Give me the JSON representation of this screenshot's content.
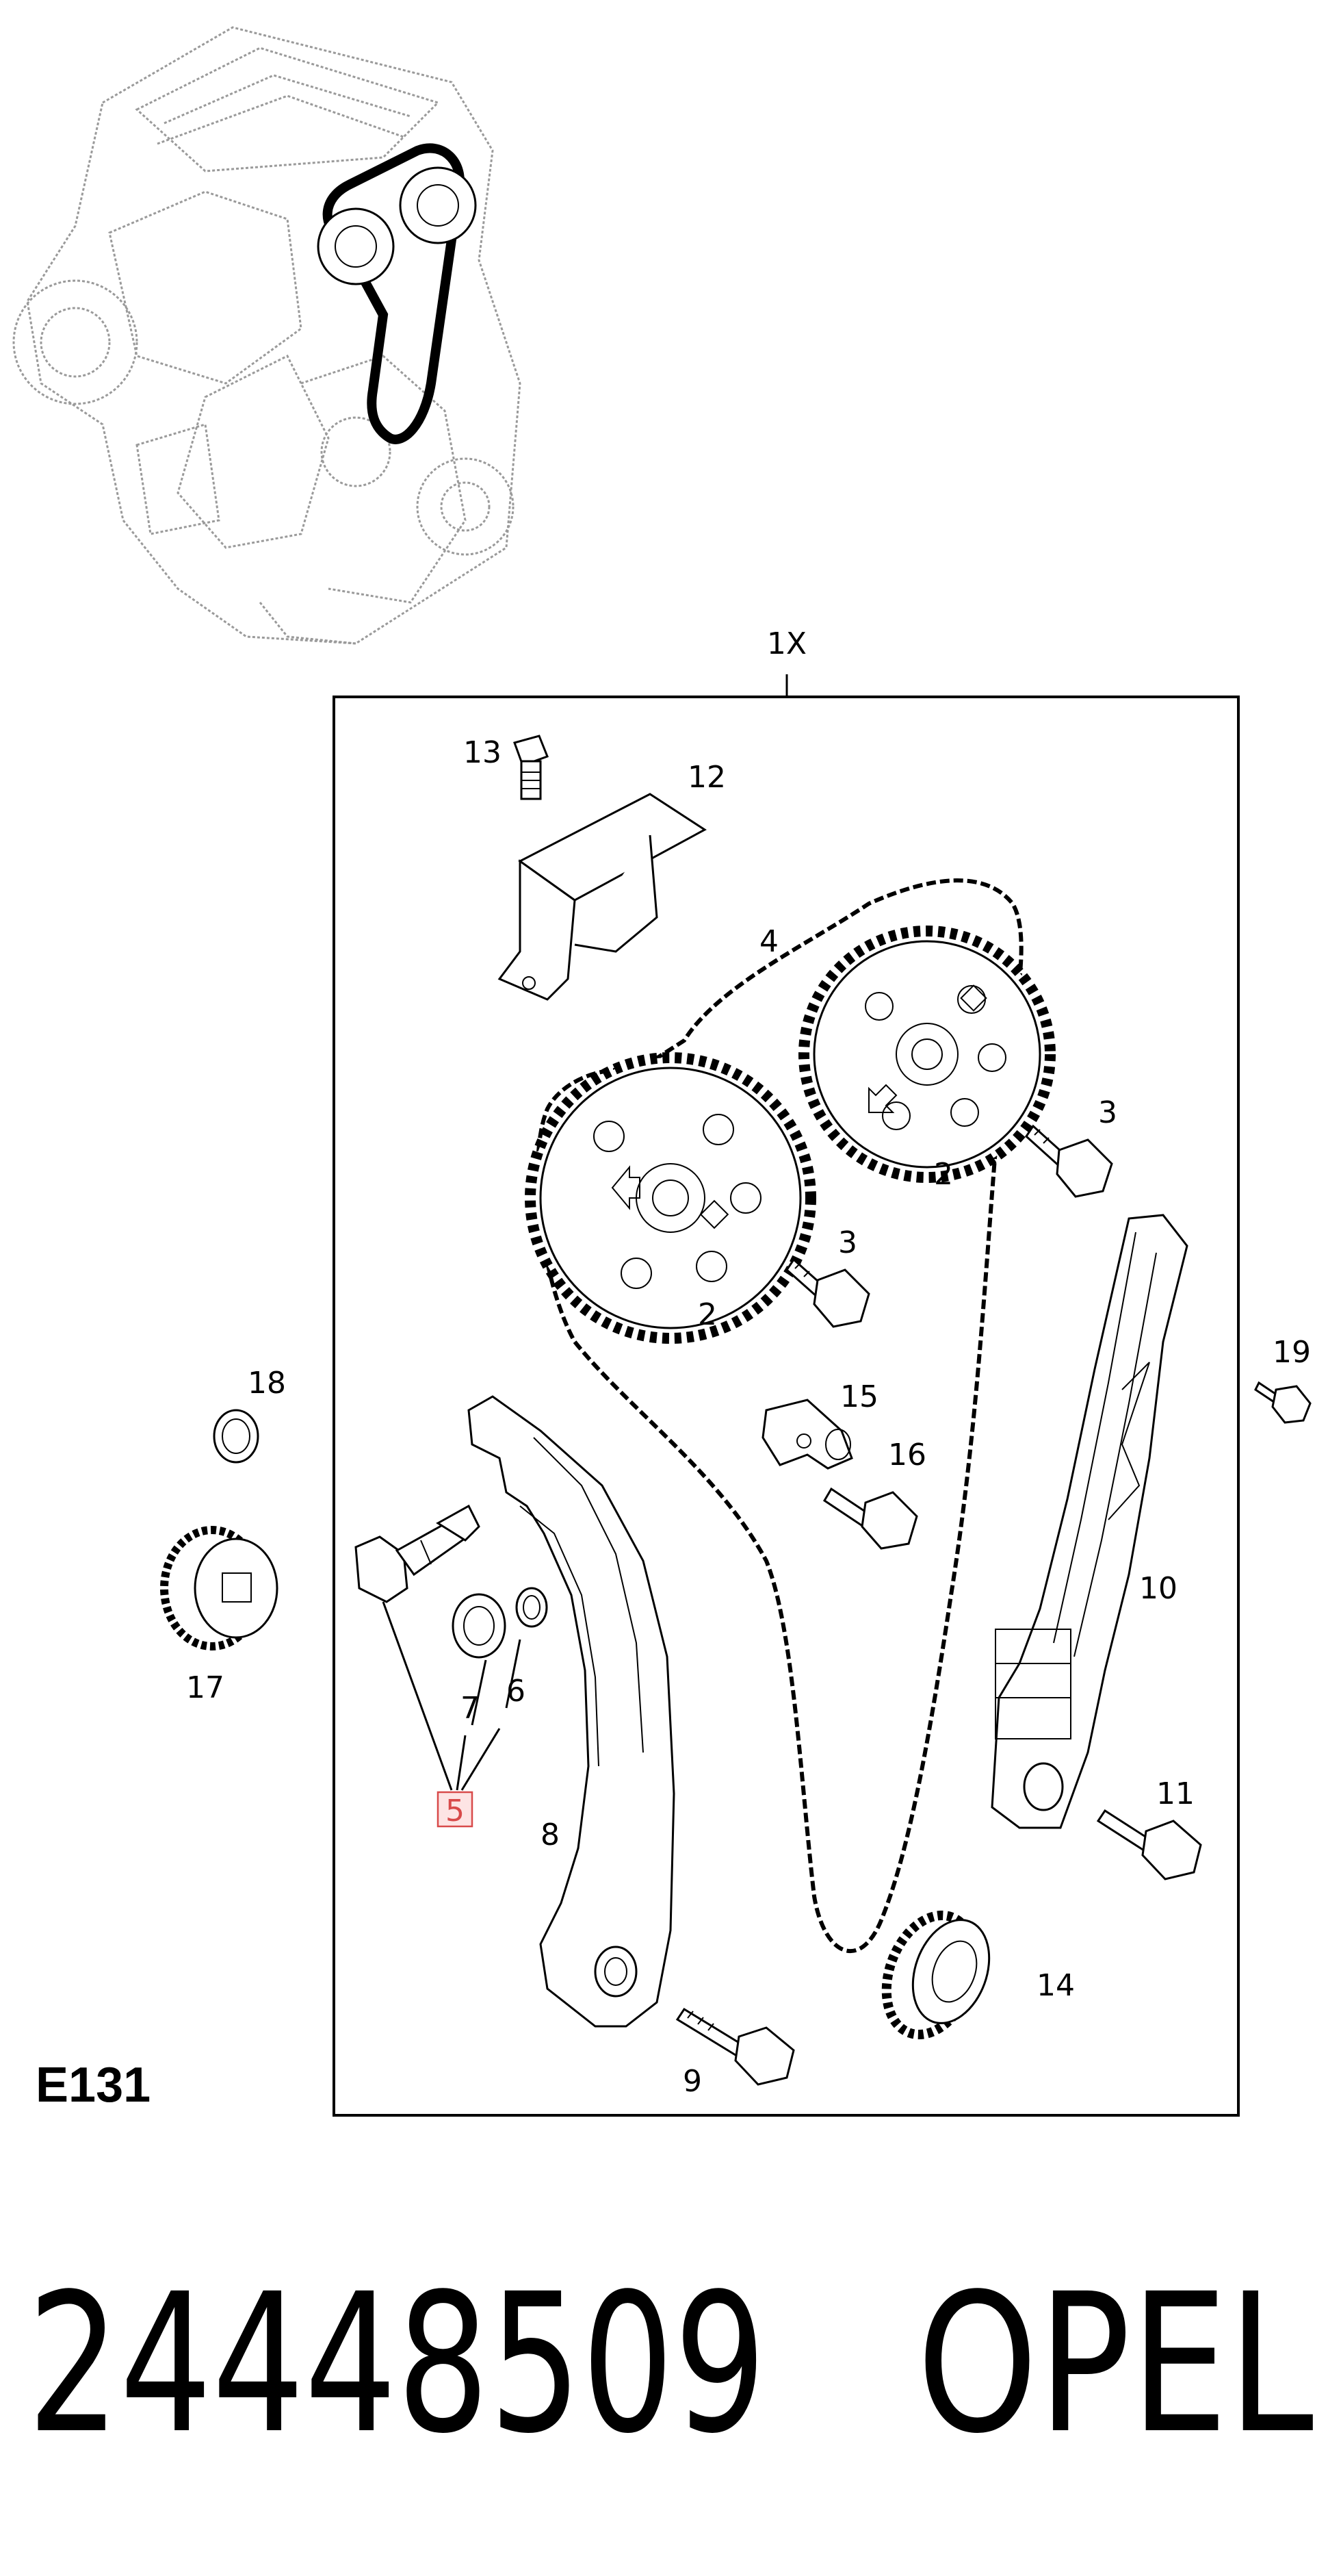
{
  "diagram": {
    "assembly_label": "1X",
    "section_code": "E131",
    "callouts": {
      "c2a": "2",
      "c2b": "2",
      "c3a": "3",
      "c3b": "3",
      "c4": "4",
      "c5": "5",
      "c6": "6",
      "c7": "7",
      "c8": "8",
      "c9": "9",
      "c10": "10",
      "c11": "11",
      "c12": "12",
      "c13": "13",
      "c14": "14",
      "c15": "15",
      "c16": "16",
      "c17": "17",
      "c18": "18",
      "c19": "19"
    },
    "highlighted_callout": "5"
  },
  "footer": {
    "part_number": "24448509",
    "brand": "OPEL"
  }
}
